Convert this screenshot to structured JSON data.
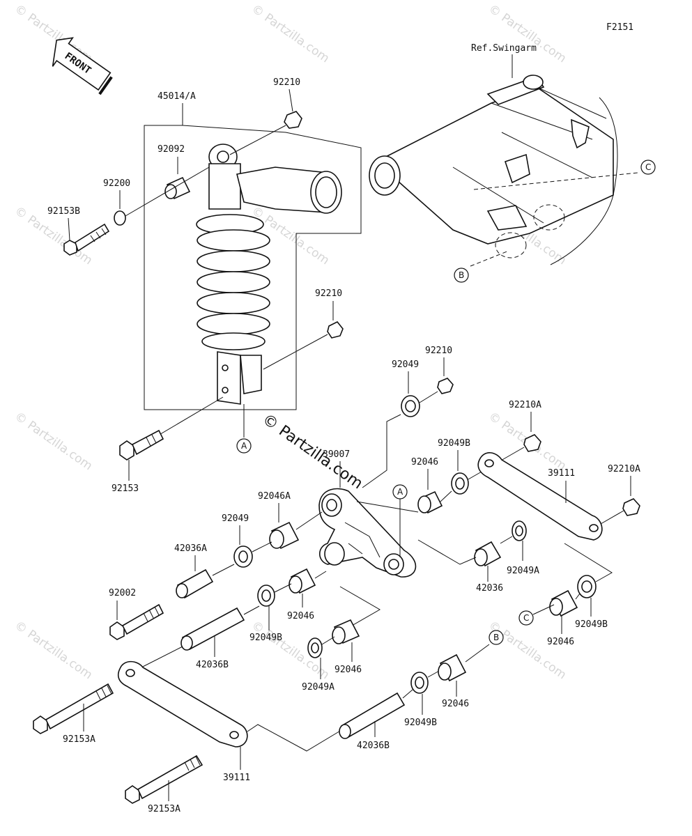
{
  "figure_code": "F2151",
  "reference_note": "Ref.Swingarm",
  "front_label": "FRONT",
  "watermark": "© Partzilla.com",
  "center_watermark": "© Partzilla.com",
  "callouts": [
    "A",
    "B",
    "C"
  ],
  "parts": {
    "p45014a": "45014/A",
    "p92210_top": "92210",
    "p92092": "92092",
    "p92200": "92200",
    "p92153b": "92153B",
    "p92210_mid": "92210",
    "p92153": "92153",
    "p92049_top": "92049",
    "p92210_right": "92210",
    "p92210a_top": "92210A",
    "p92049b_top": "92049B",
    "p92046_top": "92046",
    "p39007": "39007",
    "p39111_right": "39111",
    "p92210a_right": "92210A",
    "p92046a": "92046A",
    "p92049_left": "92049",
    "p42036a": "42036A",
    "p42036": "42036",
    "p92049a_right": "92049A",
    "p92002": "92002",
    "p92046_mid": "92046",
    "p92049b_mid": "92049B",
    "p92046_right": "92046",
    "p92049b_right": "92049B",
    "p42036b_left": "42036B",
    "p92046_low": "92046",
    "p92049a_low": "92049A",
    "p92153a_left": "92153A",
    "p92046_bottom": "92046",
    "p92049b_bottom": "92049B",
    "p42036b_bottom": "42036B",
    "p39111_bottom": "39111",
    "p92153a_bottom": "92153A"
  }
}
